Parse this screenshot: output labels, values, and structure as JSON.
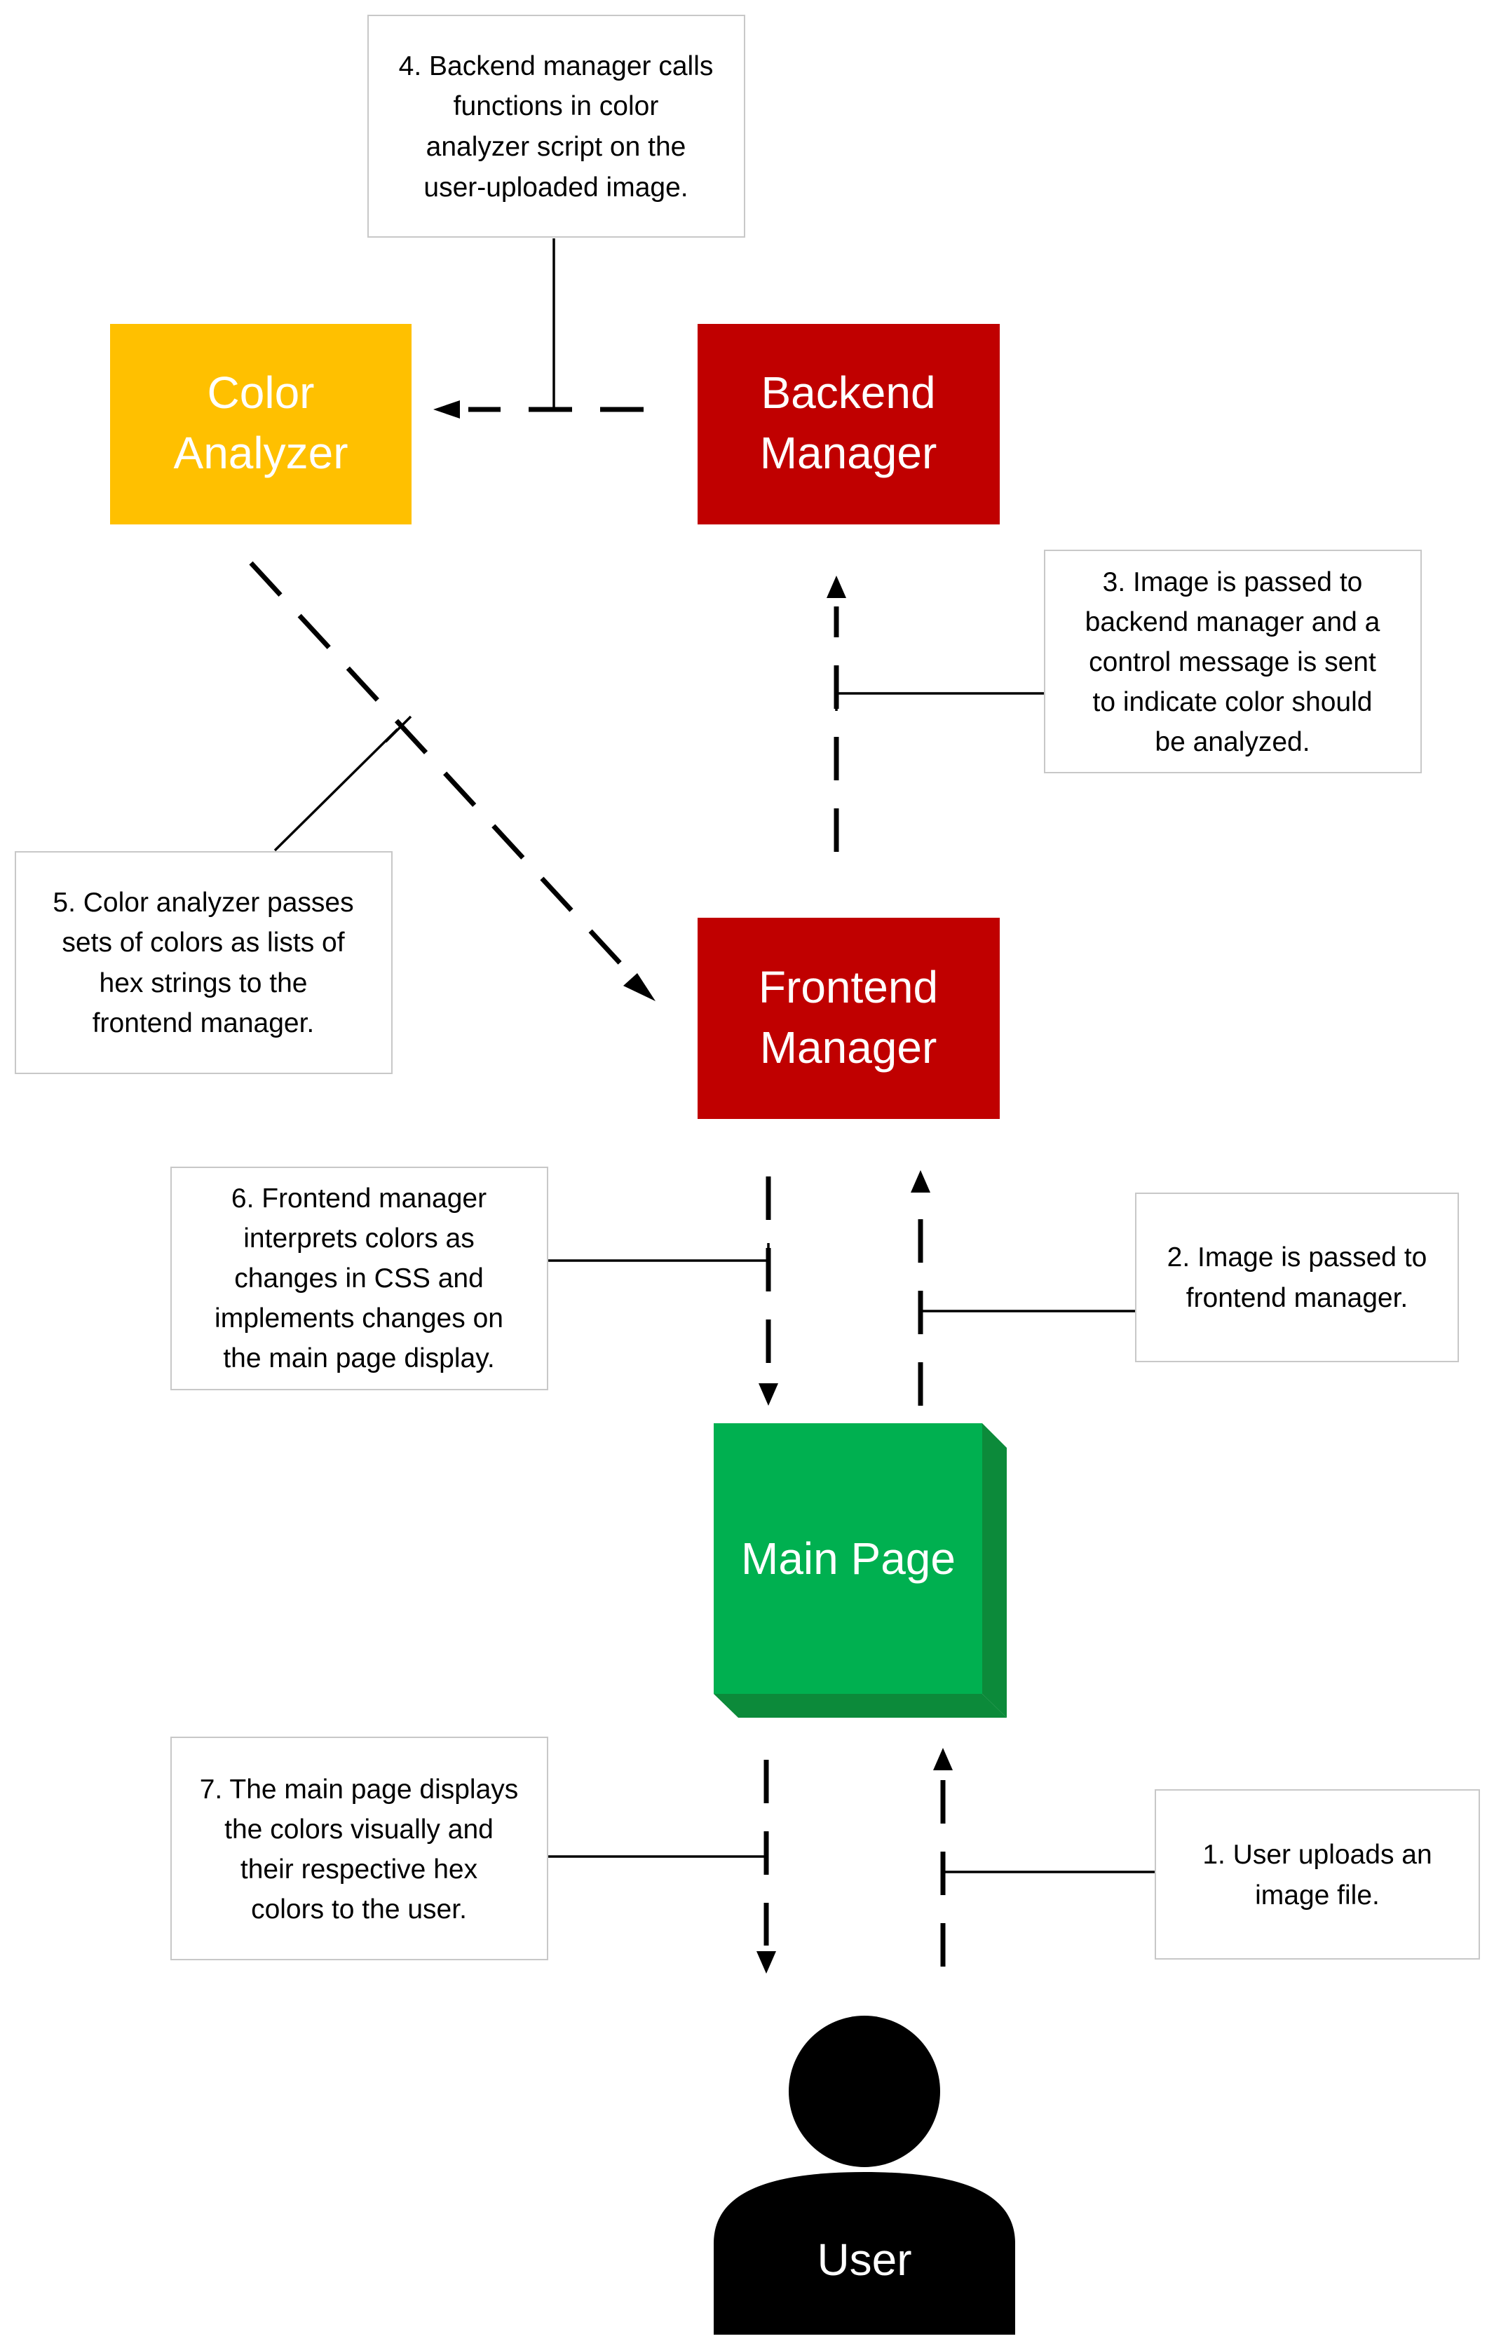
{
  "colors": {
    "color_analyzer": "#FFC000",
    "backend_manager": "#C00000",
    "frontend_manager": "#C00000",
    "main_page": "#00B050",
    "main_page_side": "#0C8A3A",
    "user": "#000000",
    "note_border": "#C8C8C8"
  },
  "nodes": {
    "color_analyzer": {
      "line1": "Color",
      "line2": "Analyzer"
    },
    "backend_manager": {
      "line1": "Backend",
      "line2": "Manager"
    },
    "frontend_manager": {
      "line1": "Frontend",
      "line2": "Manager"
    },
    "main_page": {
      "label": "Main Page"
    },
    "user": {
      "label": "User",
      "icon": "person-icon"
    }
  },
  "notes": {
    "step1": [
      "1. User uploads an",
      "image file."
    ],
    "step2": [
      "2. Image is passed to",
      "frontend manager."
    ],
    "step3": [
      "3. Image is passed to",
      "backend manager and a",
      "control message is sent",
      "to indicate color should",
      "be analyzed."
    ],
    "step4": [
      "4. Backend manager calls",
      "functions in color",
      "analyzer script on the",
      "user-uploaded image."
    ],
    "step5": [
      "5. Color analyzer passes",
      "sets of colors as lists of",
      "hex strings to the",
      "frontend manager."
    ],
    "step6": [
      "6. Frontend manager",
      "interprets colors as",
      "changes in CSS and",
      "implements changes on",
      "the main page display."
    ],
    "step7": [
      "7. The main page displays",
      "the colors visually and",
      "their respective hex",
      "colors to the user."
    ]
  }
}
